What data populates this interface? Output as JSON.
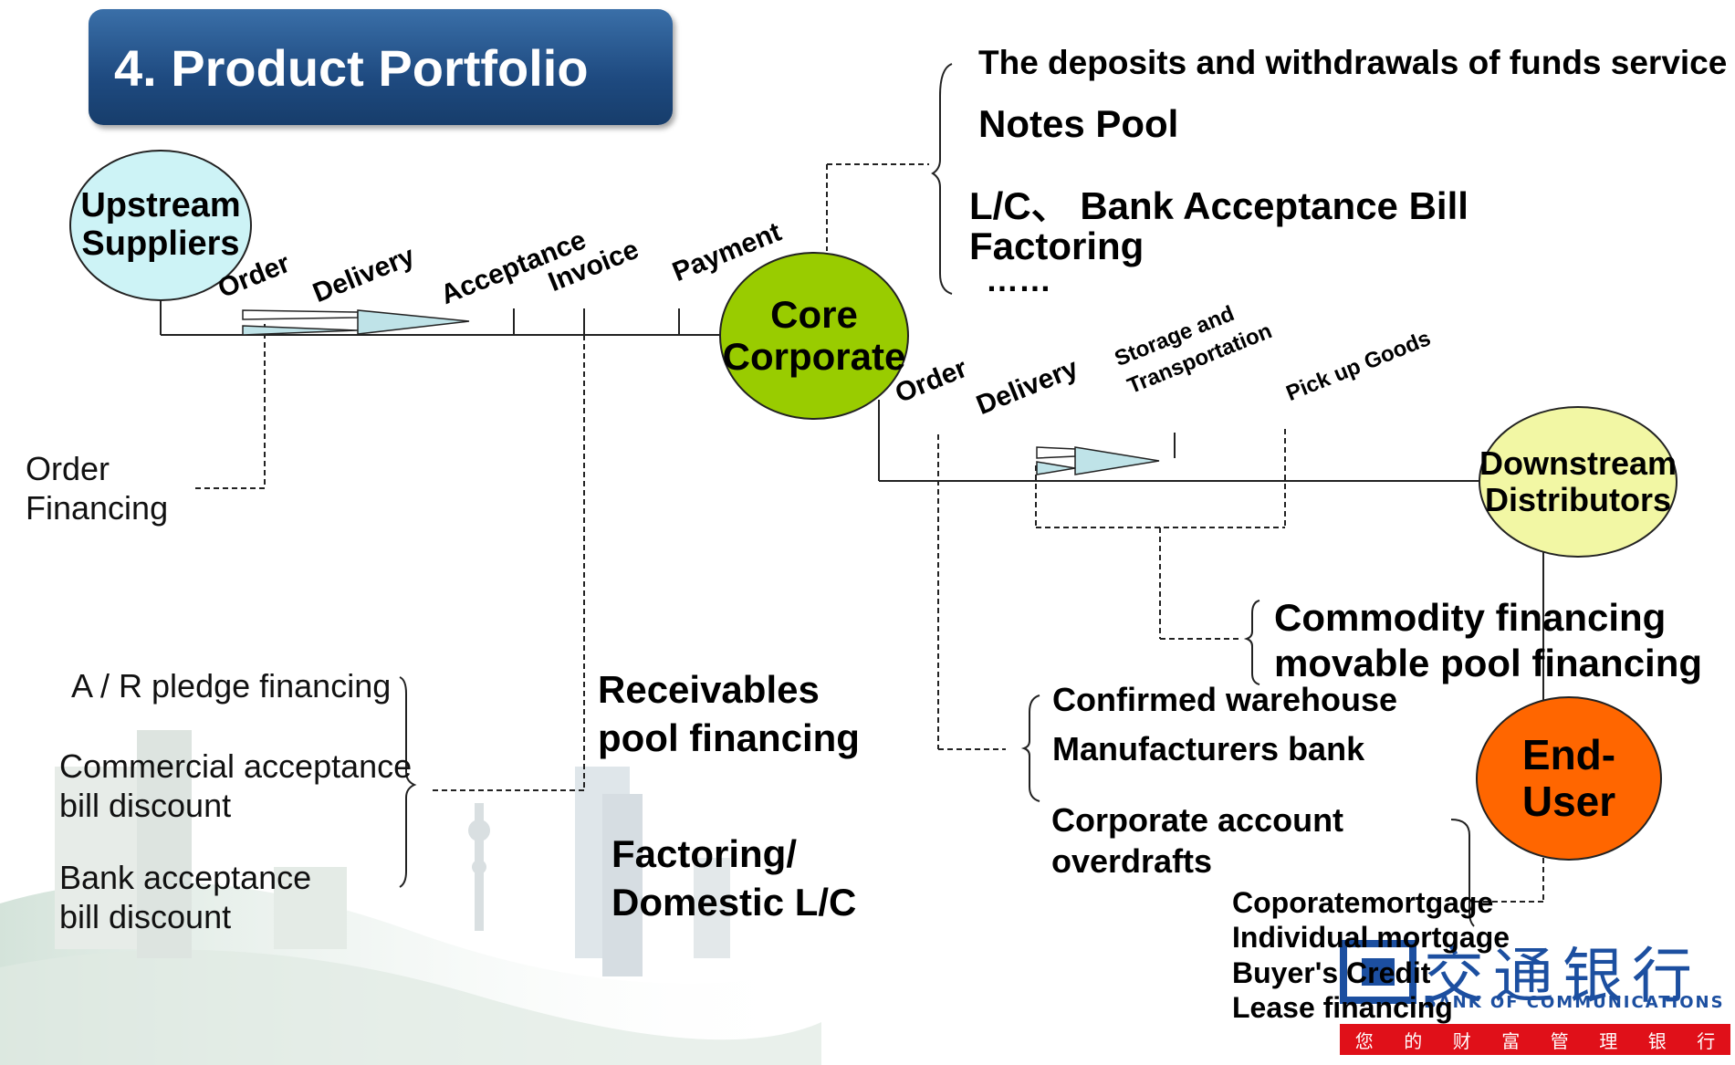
{
  "title": "4. Product Portfolio",
  "nodes": {
    "upstream": [
      "Upstream",
      "Suppliers"
    ],
    "core": [
      "Core",
      "Corporate"
    ],
    "downstream": [
      "Downstream",
      "Distributors"
    ],
    "enduser": [
      "End-",
      "User"
    ]
  },
  "upstream_flow": {
    "order": "Order",
    "delivery": "Delivery",
    "acceptance": "Acceptance",
    "invoice": "Invoice",
    "payment": "Payment"
  },
  "downstream_flow": {
    "order": "Order",
    "delivery": "Delivery",
    "storage_1": "Storage and",
    "storage_2": "Transportation",
    "pickup": "Pick up Goods"
  },
  "core_services": {
    "deposits": "The deposits and withdrawals of funds service",
    "notes_pool": "Notes Pool",
    "lc_bab": "L/C、 Bank Acceptance Bill",
    "factoring": "Factoring",
    "ellipsis": "……"
  },
  "order_financing": [
    "Order",
    "Financing"
  ],
  "receivables": {
    "pool_1": "Receivables",
    "pool_2": "pool financing",
    "factoring_1": "Factoring/",
    "factoring_2": "Domestic L/C"
  },
  "ar_products": {
    "ar_pledge": "A / R pledge financing",
    "cab_1": "Commercial acceptance",
    "cab_2": "bill discount",
    "bab_1": "Bank acceptance",
    "bab_2": "bill discount"
  },
  "commodity": {
    "line_1": "Commodity financing",
    "line_2": "movable pool financing"
  },
  "distributor_products": {
    "confirmed": "Confirmed warehouse",
    "manufacturers": "Manufacturers bank",
    "overdraft_1": "Corporate account",
    "overdraft_2": "overdrafts"
  },
  "enduser_products": [
    "Coporatemortgage",
    "Individual mortgage",
    "Buyer's Credit",
    "Lease financing"
  ],
  "logo": {
    "chinese_name": "交通银行",
    "english_name": "BANK OF COMMUNICATIONS",
    "slogan_chars": [
      "您",
      "的",
      "财",
      "富",
      "管",
      "理",
      "银",
      "行"
    ]
  },
  "colors": {
    "upstream_fill": "#cdf3f6",
    "core_fill": "#99cc00",
    "downstream_fill": "#f2f7a4",
    "enduser_fill": "#ff6600",
    "title_fill": "#2a5a92",
    "logo_blue": "#1c4fa0",
    "logo_red": "#e01019"
  }
}
